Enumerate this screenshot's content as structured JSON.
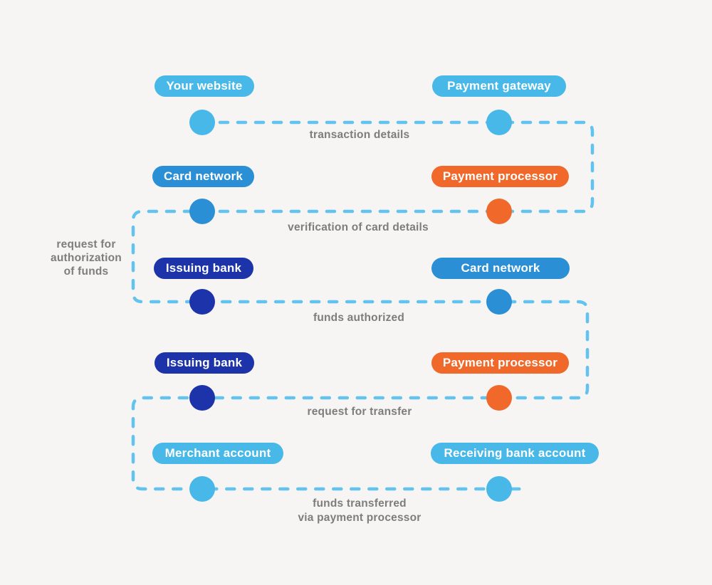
{
  "diagram": {
    "type": "flow-diagram",
    "subject": "online card payment processing flow",
    "nodes": {
      "website": {
        "label": "Your website",
        "color": "#47b8e8"
      },
      "gateway": {
        "label": "Payment gateway",
        "color": "#47b8e8"
      },
      "card_network_1": {
        "label": "Card network",
        "color": "#2b8fd6"
      },
      "processor_1": {
        "label": "Payment processor",
        "color": "#f0692a"
      },
      "issuing_bank_1": {
        "label": "Issuing bank",
        "color": "#1c33aa"
      },
      "card_network_2": {
        "label": "Card network",
        "color": "#2b8fd6"
      },
      "issuing_bank_2": {
        "label": "Issuing bank",
        "color": "#1c33aa"
      },
      "processor_2": {
        "label": "Payment processor",
        "color": "#f0692a"
      },
      "merchant": {
        "label": "Merchant account",
        "color": "#47b8e8"
      },
      "receiving_bank": {
        "label": "Receiving bank account",
        "color": "#47b8e8"
      }
    },
    "edge_labels": {
      "transaction_details": "transaction details",
      "verification": "verification of card details",
      "funds_authorized": "funds authorized",
      "request_transfer": "request for transfer",
      "request_authorization": [
        "request for",
        "authorization",
        "of funds"
      ],
      "funds_transferred": [
        "funds transferred",
        "via payment processor"
      ]
    },
    "colors": {
      "background": "#f6f5f3",
      "dash_line": "#62c3ee",
      "label_text": "#7d7d7d",
      "light_blue": "#47b8e8",
      "blue": "#2b8fd6",
      "dark_blue": "#1c33aa",
      "orange": "#f0692a",
      "pill_text": "#ffffff"
    }
  }
}
